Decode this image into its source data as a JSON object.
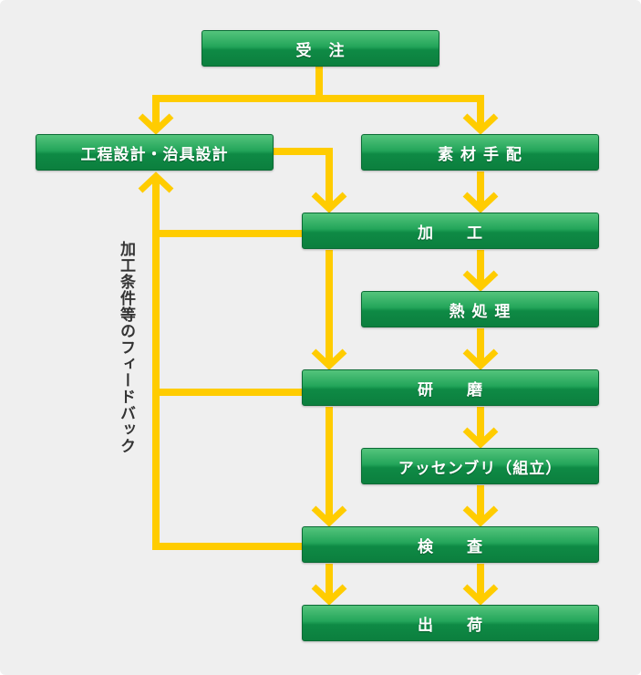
{
  "nodes": {
    "order": "受　注",
    "design": "工程設計・治具設計",
    "material": "素 材 手 配",
    "machining": "加　　工",
    "heat": "熱 処 理",
    "grinding": "研　　磨",
    "assembly": "アッセンブリ（組立）",
    "inspection": "検　　査",
    "shipping": "出　　荷"
  },
  "feedback_label": "加工条件等のフィードバック",
  "colors": {
    "arrow": "#ffcc00",
    "box_top": "#54c47c",
    "box_bottom": "#0c7f3e",
    "background": "#efefef"
  }
}
